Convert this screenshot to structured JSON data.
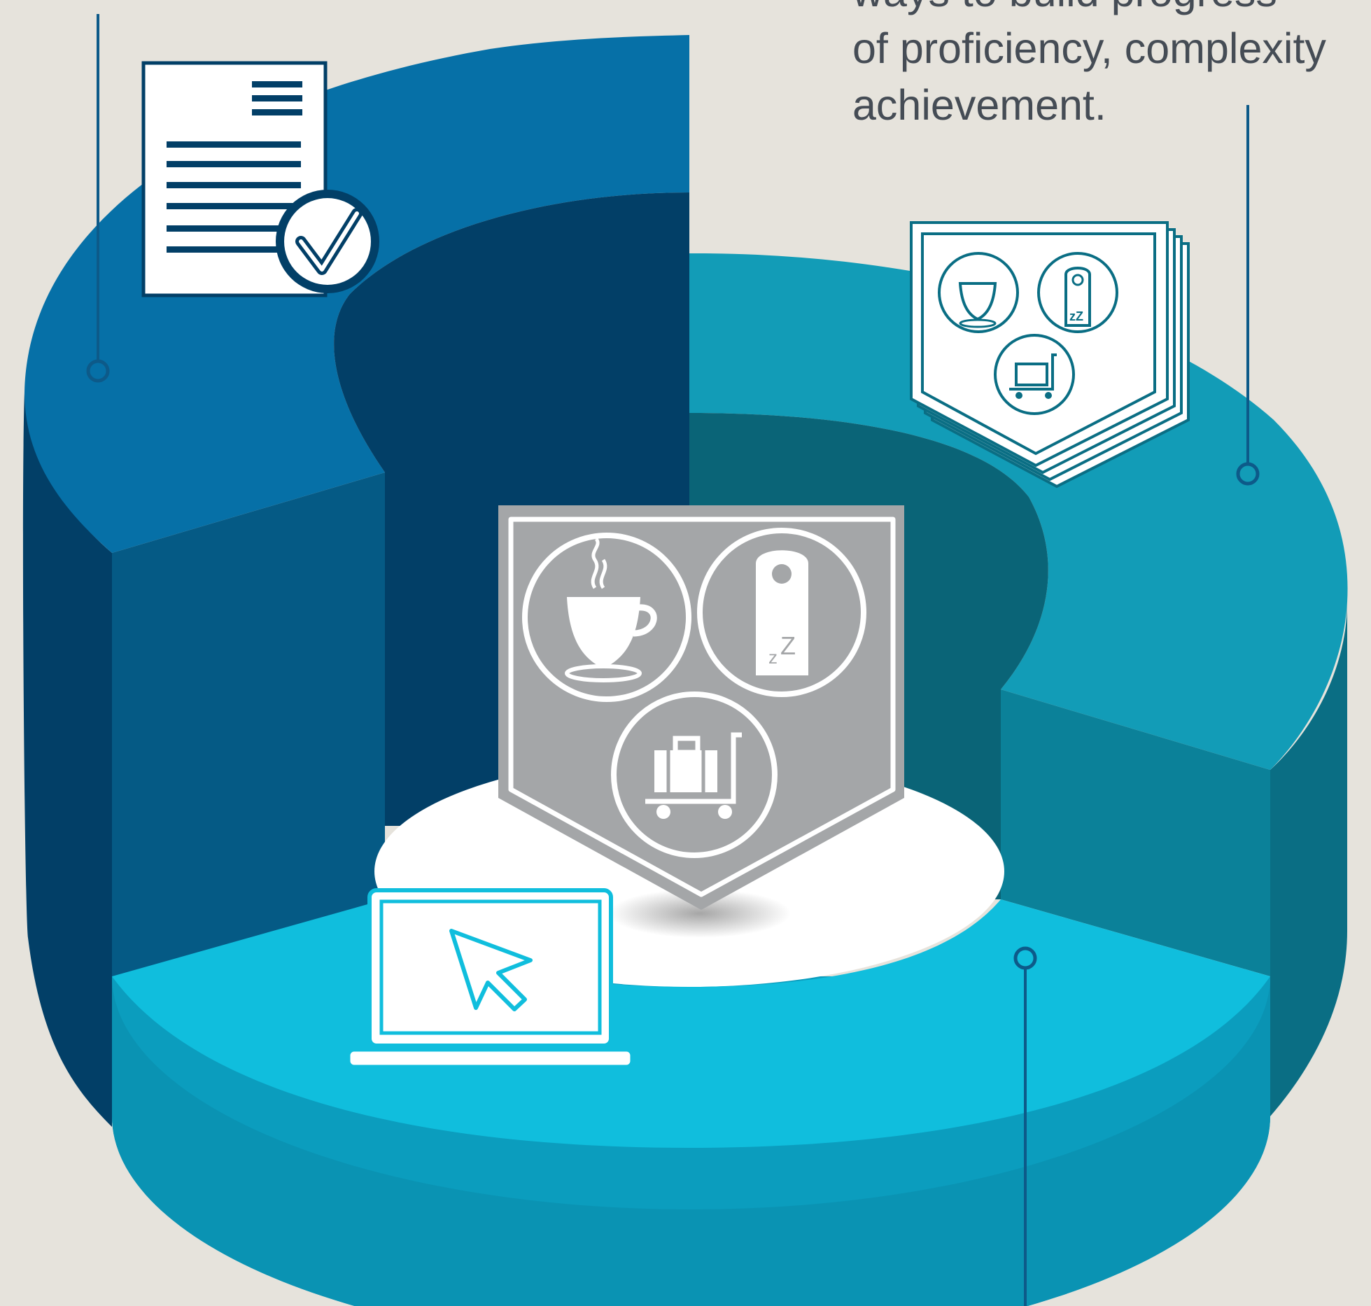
{
  "caption": {
    "line_1": "ways to build progress",
    "line_2": "of proficiency, complexity",
    "line_3": "achievement."
  },
  "colors": {
    "background": "#e6e3dc",
    "segment_document": "#0670a7",
    "segment_document_dark": "#023f67",
    "segment_badges": "#129cb7",
    "segment_badges_dark": "#0a6e84",
    "segment_online": "#10bedd",
    "segment_online_dark": "#0b9dbe",
    "center_badge": "#a4a6a8",
    "connector": "#0d5a89"
  },
  "icons": {
    "document": "document-checkmark-icon",
    "badge_stack": "badge-stack-icon",
    "center_badge": "hospitality-badge-icon",
    "laptop": "laptop-cursor-icon",
    "coffee": "coffee-cup-icon",
    "door_hanger": "do-not-disturb-hanger-icon",
    "luggage": "luggage-cart-icon"
  }
}
